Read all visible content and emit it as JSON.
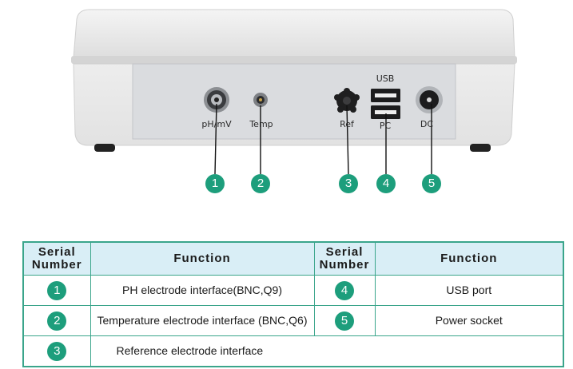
{
  "device": {
    "ports": [
      {
        "label": "pH/mV",
        "marker": "1"
      },
      {
        "label": "Temp",
        "marker": "2"
      },
      {
        "label": "Ref",
        "marker": "3"
      },
      {
        "label": "PC",
        "marker": "4",
        "top_label": "USB"
      },
      {
        "label": "DC",
        "marker": "5"
      }
    ],
    "colors": {
      "marker": "#1d9e7c",
      "body": "#ebebeb",
      "panel": "#dadcdf"
    }
  },
  "table": {
    "headers": [
      "Serial Number",
      "Function",
      "Serial Number",
      "Function"
    ],
    "rows": [
      {
        "num": "1",
        "function": "PH electrode interface(BNC,Q9)",
        "num2": "4",
        "function2": "USB port"
      },
      {
        "num": "2",
        "function": "Temperature electrode interface (BNC,Q6)",
        "num2": "5",
        "function2": "Power socket"
      },
      {
        "num": "3",
        "function": "Reference electrode interface"
      }
    ],
    "colors": {
      "border": "#3aa58b",
      "header_bg": "#d9eef6",
      "badge": "#1d9e7c"
    }
  }
}
